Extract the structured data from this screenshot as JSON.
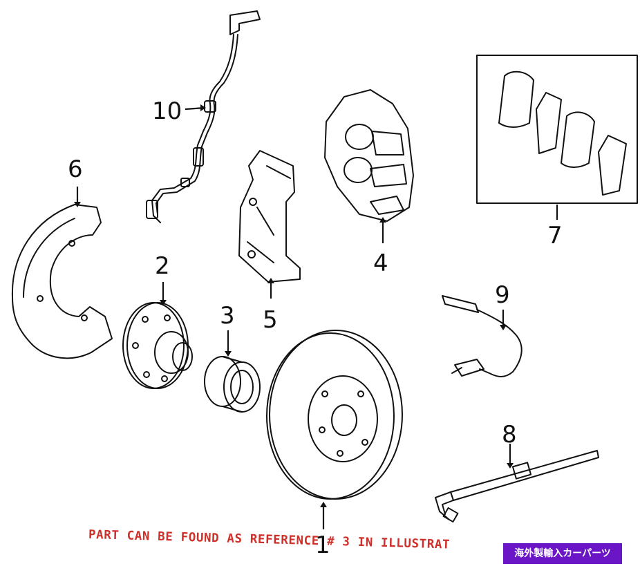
{
  "diagram": {
    "callouts": [
      {
        "id": "1",
        "label": "1"
      },
      {
        "id": "2",
        "label": "2"
      },
      {
        "id": "3",
        "label": "3"
      },
      {
        "id": "4",
        "label": "4"
      },
      {
        "id": "5",
        "label": "5"
      },
      {
        "id": "6",
        "label": "6"
      },
      {
        "id": "7",
        "label": "7"
      },
      {
        "id": "8",
        "label": "8"
      },
      {
        "id": "9",
        "label": "9"
      },
      {
        "id": "10",
        "label": "10"
      }
    ],
    "note_text": "PART CAN BE FOUND AS REFERENCE # 3 IN ILLUSTRAT",
    "note_color": "#d0302a"
  },
  "badge": {
    "text": "海外製輸入カーパーツ",
    "color": "#6a16c6"
  }
}
